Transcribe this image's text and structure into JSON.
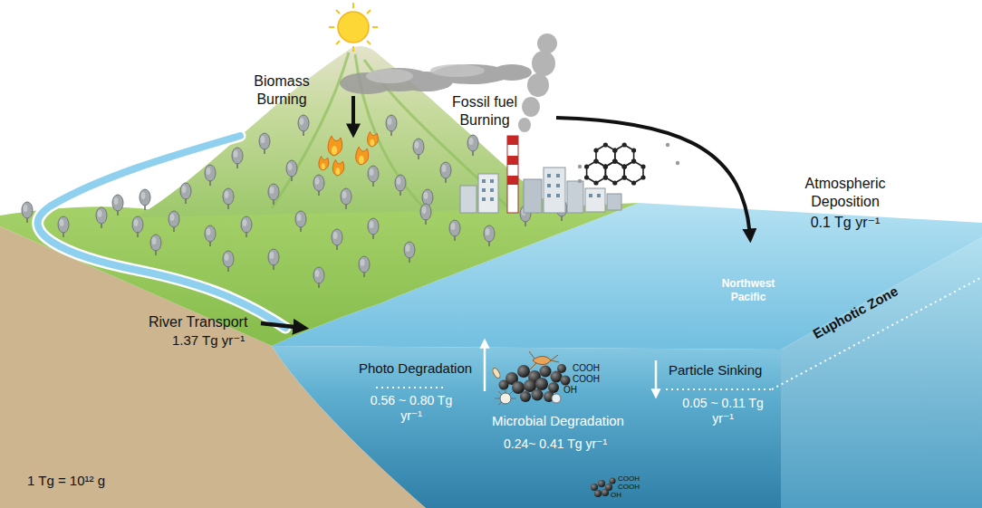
{
  "diagram": {
    "labels": [
      "Biomass Burning",
      "Fossil fuel Burning",
      "Atmospheric Deposition",
      "0.1 Tg yr⁻¹",
      "Northwest Pacific",
      "Euphotic Zone",
      "River Transport",
      "1.37 Tg yr⁻¹",
      "Photo Degradation",
      "0.56 ~ 0.80 Tg yr⁻¹",
      "Particle Sinking",
      "0.05 ~ 0.11 Tg yr⁻¹",
      "COOH",
      "COOH",
      "OH",
      "Microbial Degradation",
      "0.24~ 0.41 Tg yr⁻¹",
      "COOH",
      "COOH",
      "OH",
      "1 Tg = 10¹² g"
    ]
  }
}
